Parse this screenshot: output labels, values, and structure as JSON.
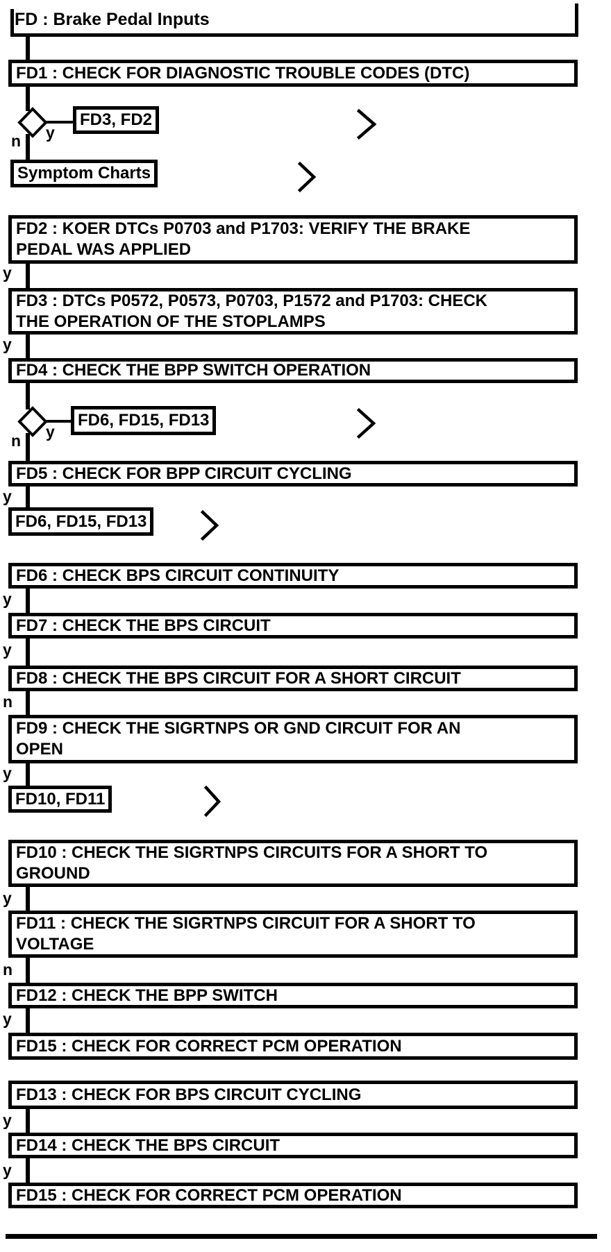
{
  "flowchart": {
    "title": "FD : Brake Pedal Inputs",
    "branch_labels": {
      "yes": "y",
      "no": "n"
    },
    "steps": {
      "fd1": "FD1 : CHECK FOR DIAGNOSTIC TROUBLE CODES (DTC)",
      "fd2": "FD2 : KOER DTCs P0703 and P1703: VERIFY THE BRAKE\nPEDAL WAS APPLIED",
      "fd3": "FD3 : DTCs P0572, P0573, P0703, P1572 and P1703: CHECK\nTHE OPERATION OF THE STOPLAMPS",
      "fd4": "FD4 : CHECK THE BPP SWITCH OPERATION",
      "fd5": "FD5 : CHECK FOR BPP CIRCUIT CYCLING",
      "fd6": "FD6 : CHECK BPS CIRCUIT CONTINUITY",
      "fd7": "FD7 : CHECK THE BPS CIRCUIT",
      "fd8": "FD8 : CHECK THE BPS CIRCUIT FOR A SHORT CIRCUIT",
      "fd9": "FD9 : CHECK THE SIGRTNPS OR GND CIRCUIT FOR AN\nOPEN",
      "fd10": "FD10 : CHECK THE SIGRTNPS CIRCUITS FOR A SHORT TO\nGROUND",
      "fd11": "FD11 : CHECK THE SIGRTNPS CIRCUIT FOR A SHORT TO\nVOLTAGE",
      "fd12": "FD12 : CHECK THE BPP SWITCH",
      "fd13": "FD13 : CHECK FOR BPS CIRCUIT CYCLING",
      "fd14": "FD14 : CHECK THE BPS CIRCUIT",
      "fd15a": "FD15 : CHECK FOR CORRECT PCM OPERATION",
      "fd15b": "FD15 : CHECK FOR CORRECT PCM OPERATION"
    },
    "references": {
      "fd3_fd2": "FD3, FD2",
      "symptom_charts": "Symptom Charts",
      "fd6_fd15_fd13_a": "FD6, FD15, FD13",
      "fd6_fd15_fd13_b": "FD6, FD15, FD13",
      "fd10_fd11": "FD10, FD11"
    },
    "colors": {
      "ink": "#000000",
      "background": "#ffffff"
    }
  }
}
